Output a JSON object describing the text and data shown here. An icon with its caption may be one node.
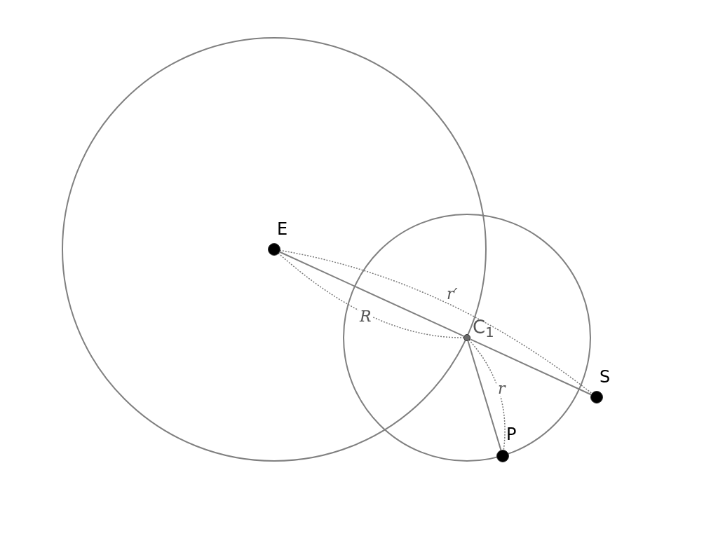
{
  "diagram": {
    "nodes": [
      {
        "text": [
          "E"
        ]
      },
      {
        "text": [
          "C$_{1}$"
        ]
      },
      {
        "text": [
          "S"
        ]
      },
      {
        "text": [
          "P"
        ]
      }
    ],
    "edges": [
      {
        "from": 0,
        "to": 1,
        "arrow": "none"
      },
      {
        "from": 1,
        "to": 2,
        "arrow": "none"
      },
      {
        "from": 1,
        "to": 3,
        "arrow": "none"
      }
    ],
    "labels": [
      "r′",
      "R",
      "r"
    ]
  }
}
